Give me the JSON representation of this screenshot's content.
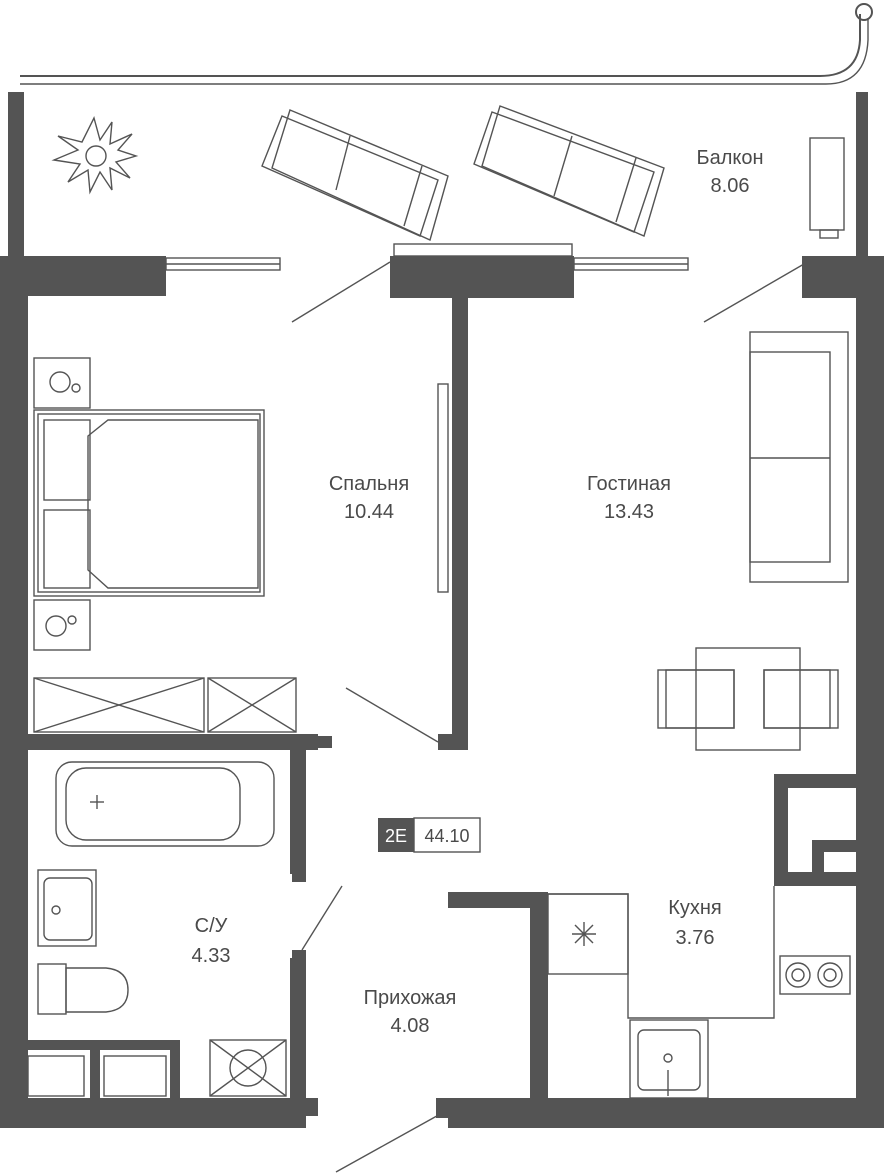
{
  "rooms": {
    "balcony": {
      "name": "Балкон",
      "area": "8.06"
    },
    "bedroom": {
      "name": "Спальня",
      "area": "10.44"
    },
    "living": {
      "name": "Гостиная",
      "area": "13.43"
    },
    "bathroom": {
      "name": "С/У",
      "area": "4.33"
    },
    "hallway": {
      "name": "Прихожая",
      "area": "4.08"
    },
    "kitchen": {
      "name": "Кухня",
      "area": "3.76"
    }
  },
  "apartment": {
    "type": "2E",
    "total_area": "44.10"
  },
  "colors": {
    "wall": "#545454",
    "text": "#4a4a4a",
    "background": "#ffffff"
  }
}
